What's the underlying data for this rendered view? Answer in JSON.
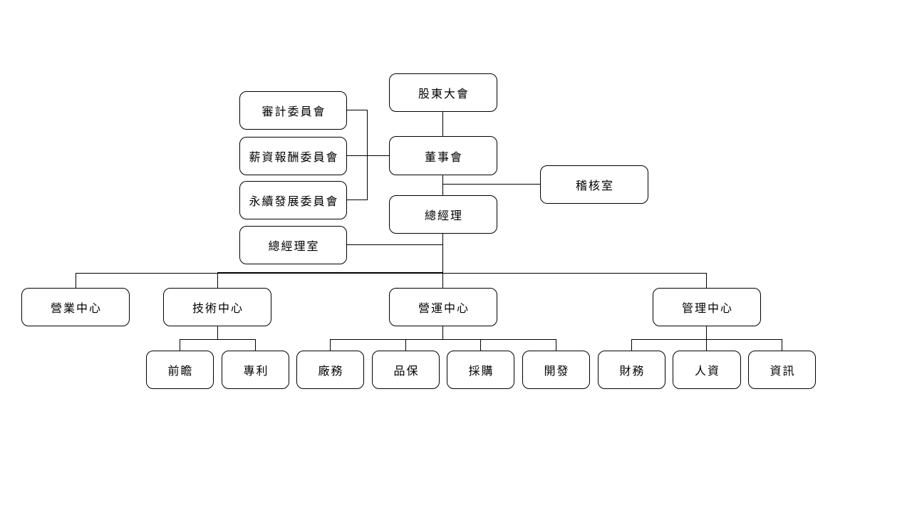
{
  "colors": {
    "background": "#ffffff",
    "box_fill": "#ffffff",
    "box_border": "#000000",
    "connector_line": "#000000",
    "text": "#000000"
  },
  "diagram": {
    "type": "org-chart",
    "nodes": {
      "shareholders_meeting": "股東大會",
      "audit_committee": "審計委員會",
      "compensation_committee": "薪資報酬委員會",
      "sustainability_committee": "永續發展委員會",
      "board_of_directors": "董事會",
      "audit_office": "稽核室",
      "general_manager": "總經理",
      "general_manager_office": "總經理室",
      "sales_center": "營業中心",
      "technology_center": "技術中心",
      "operations_center": "營運中心",
      "management_center": "管理中心",
      "foresight": "前瞻",
      "patent": "專利",
      "plant_affairs": "廠務",
      "quality_assurance": "品保",
      "procurement": "採購",
      "development": "開發",
      "finance": "財務",
      "human_resources": "人資",
      "information_technology": "資訊"
    }
  }
}
